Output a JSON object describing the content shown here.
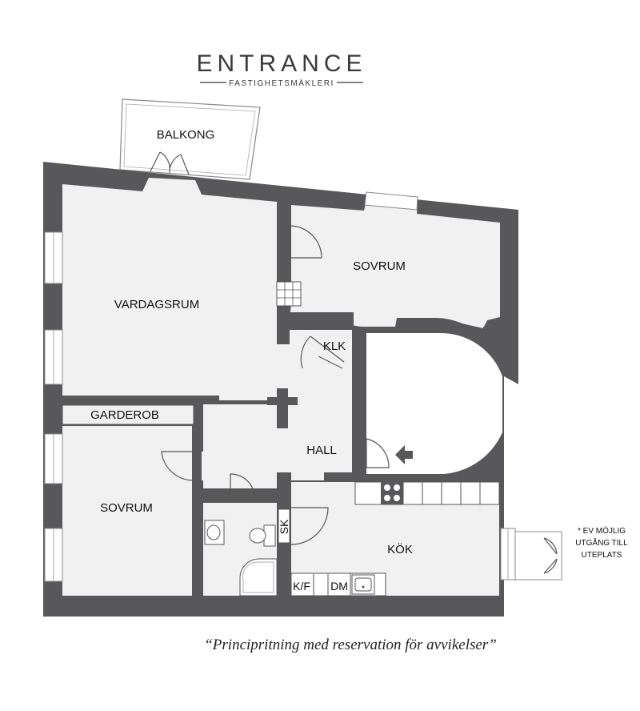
{
  "brand": {
    "name": "ENTRANCE",
    "tagline": "FASTIGHETSMÄKLERI"
  },
  "rooms": {
    "balcony": "BALKONG",
    "living_room": "VARDAGSRUM",
    "bedroom_top": "SOVRUM",
    "walk_in_closet": "KLK",
    "wardrobe": "GARDEROB",
    "hall": "HALL",
    "bedroom_bottom": "SOVRUM",
    "cabinet": "SK",
    "kitchen": "KÖK",
    "fridge_freezer": "K/F",
    "dishwasher": "DM"
  },
  "notes": {
    "patio_line1": "* EV MÖJLIG",
    "patio_line2": "UTGÅNG TILL",
    "patio_line3": "UTEPLATS"
  },
  "caption": "“Principritning med reservation för avvikelser”",
  "colors": {
    "wall": "#58585a",
    "floor": "#f1f1f1",
    "text": "#111111"
  }
}
